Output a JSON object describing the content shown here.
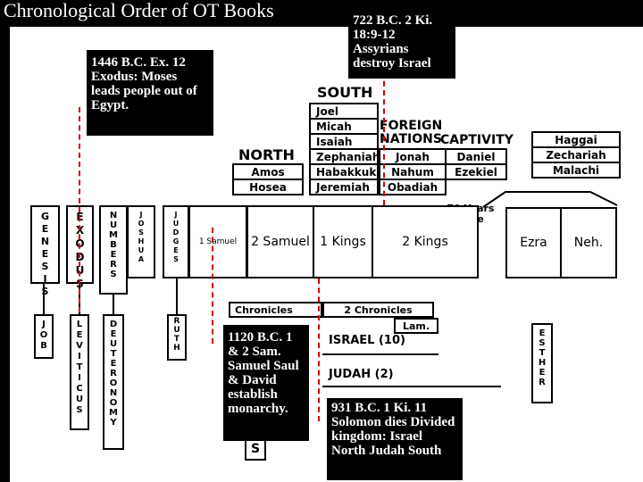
{
  "title": "Chronological Order of OT Books",
  "notes": {
    "exodus": "1446 B.C. Ex. 12 Exodus: Moses leads people out of Egypt.",
    "assyria": "722 B.C. 2 Ki. 18:9-12 Assyrians destroy Israel",
    "monarchy": "1120 B.C. 1 & 2 Sam. Samuel Saul & David establish monarchy.",
    "division": "931 B.C. 1 Ki. 11 Solomon dies Divided kingdom: Israel North Judah South"
  },
  "headings": {
    "south": "SOUTH",
    "north": "NORTH",
    "foreign": "FOREIGN NATIONS",
    "captivity": "CAPTIVITY",
    "exile": "70 Years Exile"
  },
  "south_prophets": [
    "Joel",
    "Micah",
    "Isaiah",
    "Zephaniah",
    "Habakkuk",
    "Jeremiah"
  ],
  "north_prophets": [
    "Amos",
    "Hosea"
  ],
  "foreign_prophets": [
    "Jonah",
    "Nahum",
    "Obadiah"
  ],
  "captivity_prophets": [
    "Daniel",
    "Ezekiel"
  ],
  "post_exile_prophets": [
    "Haggai",
    "Zechariah",
    "Malachi"
  ],
  "main_books": {
    "genesis": "GENESIS",
    "exodus": "EXODUS",
    "numbers": "NUMBERS",
    "joshua": "JOSHUA",
    "judges": "JUDGES",
    "samuel1": "1 Samuel",
    "samuel2": "2 Samuel",
    "kings1": "1 Kings",
    "kings2": "2 Kings",
    "ezra": "Ezra",
    "nehemiah": "Neh."
  },
  "lower_books": {
    "job": "JOB",
    "leviticus": "LEVITICUS",
    "deuteronomy": "DEUTERONOMY",
    "ruth": "RUTH",
    "esther": "ESTHER",
    "chronicles1": "Chronicles",
    "chronicles2": "2 Chronicles",
    "lam": "Lam.",
    "israel": "ISRAEL (10)",
    "judah": "JUDAH (2)",
    "s_letter": "S"
  }
}
